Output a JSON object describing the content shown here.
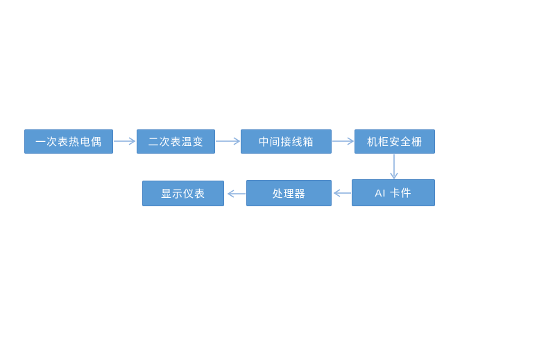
{
  "diagram": {
    "title": "instrument-signal-flow",
    "nodes": [
      {
        "id": "primary-thermocouple",
        "label": "一次表热电偶"
      },
      {
        "id": "secondary-temp-transmitter",
        "label": "二次表温变"
      },
      {
        "id": "intermediate-junction-box",
        "label": "中间接线箱"
      },
      {
        "id": "cabinet-safety-barrier",
        "label": "机柜安全栅"
      },
      {
        "id": "ai-card",
        "label": "AI 卡件"
      },
      {
        "id": "processor",
        "label": "处理器"
      },
      {
        "id": "display-instrument",
        "label": "显示仪表"
      }
    ],
    "connections": [
      {
        "from": "一次表热电偶",
        "to": "二次表温变",
        "direction": "right"
      },
      {
        "from": "二次表温变",
        "to": "中间接线箱",
        "direction": "right"
      },
      {
        "from": "中间接线箱",
        "to": "机柜安全栅",
        "direction": "right"
      },
      {
        "from": "机柜安全栅",
        "to": "AI 卡件",
        "direction": "down"
      },
      {
        "from": "AI 卡件",
        "to": "处理器",
        "direction": "left"
      },
      {
        "from": "处理器",
        "to": "显示仪表",
        "direction": "left"
      }
    ]
  },
  "colors": {
    "node_fill": "#5b9bd5",
    "node_border": "#4a86c5",
    "node_text": "#ffffff",
    "arrow": "#87aedd",
    "background": "#ffffff"
  }
}
